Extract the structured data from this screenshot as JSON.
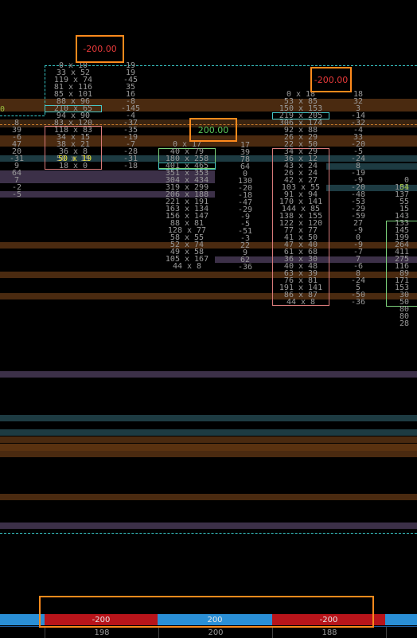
{
  "callouts": {
    "c1": "-200.00",
    "c2": "-200.00",
    "c3": "200.00"
  },
  "footprints": {
    "fp1": "0 x 10\n33 x 52\n119 x 74\n81 x 116\n85 x 101\n88 x 96\n210 x 65\n94 x 90\n83 x 120\n118 x 83\n34 x 15\n38 x 21\n36 x 8\n50 x 19\n18 x 0",
    "fp2": "0 x 17\n40 x 79\n180 x 258\n401 x 465\n351 x 353\n304 x 434\n319 x 299\n206 x 188\n221 x 191\n163 x 134\n156 x 147\n88 x 81\n128 x 77\n58 x 55\n52 x 74\n49 x 58\n105 x 167\n44 x 8",
    "fp3": "0 x 18\n53 x 85\n150 x 153\n219 x 205\n306 x 174\n92 x 88\n26 x 29\n22 x 50\n34 x 29\n36 x 12\n43 x 24\n26 x 24\n42 x 27\n103 x 55\n91 x 94\n170 x 141\n144 x 85\n138 x 155\n122 x 120\n77 x 77\n41 x 50\n47 x 40\n61 x 68\n36 x 30\n40 x 48\n63 x 39\n76 x 81\n191 x 141\n86 x 87\n44 x 8",
    "fp4": "0\n101\n137\n55\n15\n143\n133\n145\n199\n264\n411\n275\n116\n89\n171\n153\n30\n50\n80\n80\n28"
  },
  "deltas": {
    "d1": "19\n19\n-45\n35\n16\n-8\n-145\n-4\n-37\n-35\n-19\n-7\n-28\n-31\n-18",
    "d0": "8\n39\n-6\n47\n20\n-31\n9\n64\n7\n-2\n-5",
    "d2": "17\n39\n78\n64\n0\n130\n-20\n-18\n-47\n-29\n-9\n-5\n-51\n-3\n22\n9\n62\n-36",
    "d3": "18\n32\n3\n-14\n-32\n-4\n33\n-20\n-5\n-24\n8\n-19\n-9\n-20\n-48\n-53\n-29\n-59\n27\n-9\n0\n-9\n-7\n7\n-6\n8\n-24\n5\n-50\n-36"
  },
  "footer": {
    "row1": [
      "-200",
      "200",
      "-200"
    ],
    "row2": [
      "198",
      "200",
      "188"
    ]
  },
  "colors": {
    "brown": "#4a2a10",
    "purple": "#3c3048",
    "teal": "#1d3b42",
    "orange_hl": "#ff8a1c",
    "footer_blue": "#2a8fd6",
    "footer_red": "#b8141a"
  }
}
